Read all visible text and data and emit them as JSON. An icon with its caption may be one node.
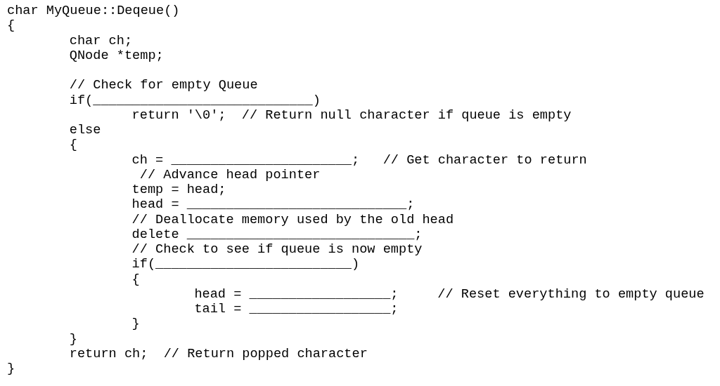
{
  "diagram": {
    "labels": [
      "char MyQueue::Deqeue()",
      "{",
      "char ch;",
      "QNode *temp;",
      "// Check for empty Queue",
      "if(____________________________)",
      "return '\\0';  // Return null character if queue is empty",
      "else",
      "{",
      "ch = _______________________;   // Get character to return",
      " // Advance head pointer",
      "temp = head;",
      "head = ____________________________;",
      "// Deallocate memory used by the old head",
      "delete _____________________________;",
      "// Check to see if queue is now empty",
      "if(_________________________)",
      "{",
      "head = __________________;     // Reset everything to empty queue",
      "tail = __________________;",
      "}",
      "}",
      "return ch;  // Return popped character",
      "}"
    ]
  }
}
